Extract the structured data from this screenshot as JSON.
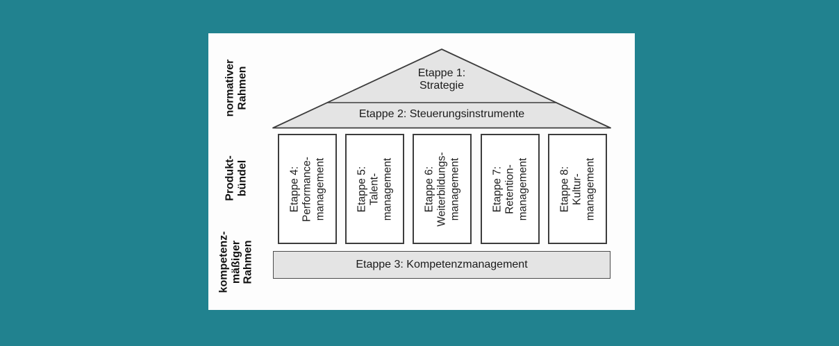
{
  "colors": {
    "background": "#21828f",
    "panel": "#fdfdfd",
    "shape_fill": "#e4e4e4",
    "pillar_fill": "#ffffff",
    "stroke": "#3c3c3c",
    "text": "#1b1b1b"
  },
  "diagram": {
    "roof": {
      "etappe1": "Etappe 1:\nStrategie",
      "etappe2": "Etappe 2: Steuerungsinstrumente"
    },
    "pillars": [
      {
        "label": "Etappe 4:\nPerformance-\nmanagement"
      },
      {
        "label": "Etappe 5:\nTalent-\nmanagement"
      },
      {
        "label": "Etappe 6:\nWeiterbildungs-\nmanagement"
      },
      {
        "label": "Etappe 7:\nRetention-\nmanagement"
      },
      {
        "label": "Etappe 8:\nKultur-\nmanagement"
      }
    ],
    "base_bar": {
      "label": "Etappe 3: Kompetenzmanagement"
    },
    "row_labels": [
      {
        "label": "normativer\nRahmen"
      },
      {
        "label": "Produkt-\nbündel"
      },
      {
        "label": "kompetenz-\nmäßiger\nRahmen"
      }
    ]
  }
}
